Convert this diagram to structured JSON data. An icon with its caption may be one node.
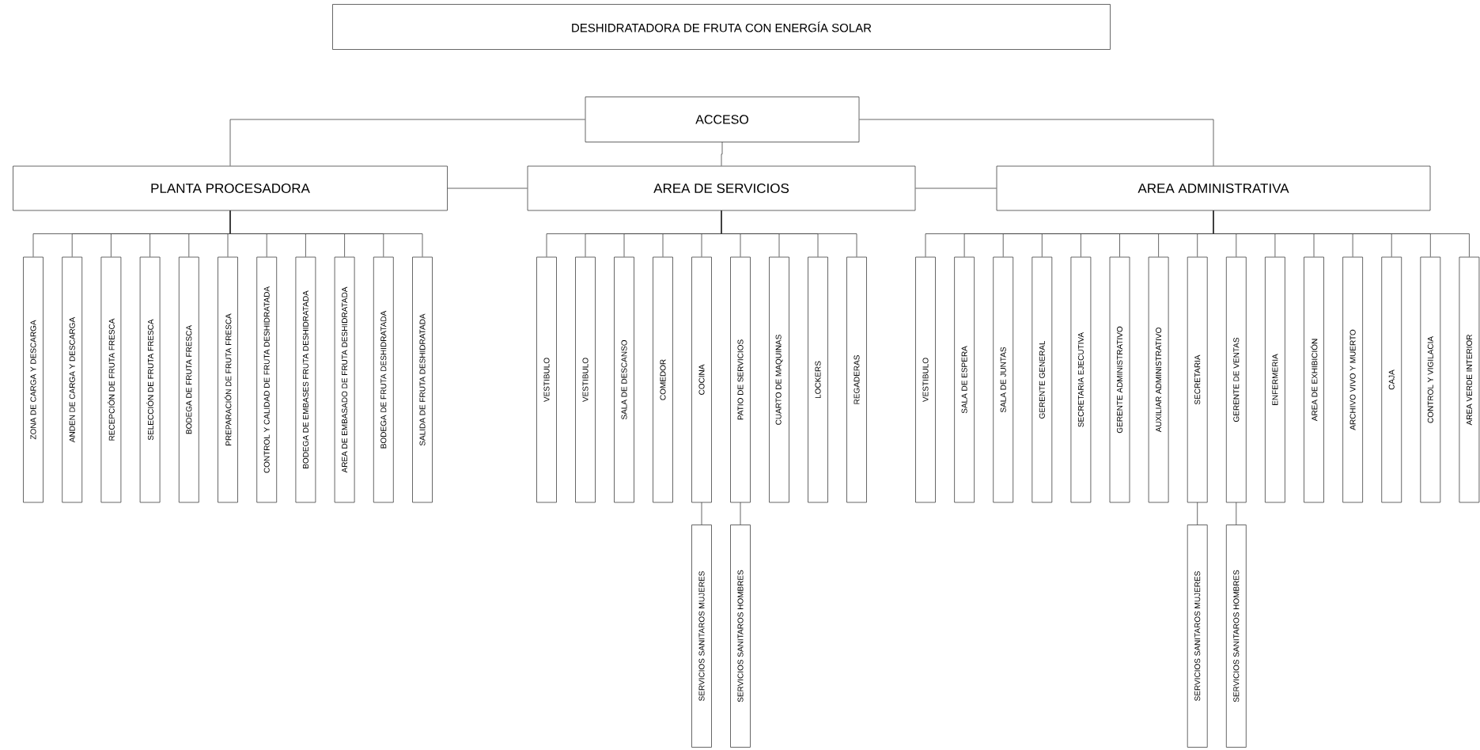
{
  "diagram": {
    "nodes": [
      {
        "text": [
          "DESHIDRATADORA DE FRUTA CON ENERGÍA SOLAR"
        ]
      },
      {
        "text": [
          "ACCESO"
        ]
      },
      {
        "text": [
          "PLANTA PROCESADORA"
        ]
      },
      {
        "text": [
          "AREA DE SERVICIOS"
        ]
      },
      {
        "text": [
          "AREA ADMINISTRATIVA"
        ]
      },
      {
        "text": [
          "ZONA DE CARGA Y DESCARGA"
        ]
      },
      {
        "text": [
          "ANDEN DE CARGA Y DESCARGA"
        ]
      },
      {
        "text": [
          "RECEPCIÓN DE FRUTA FRESCA"
        ]
      },
      {
        "text": [
          "SELECCIÓN DE FRUTA FRESCA"
        ]
      },
      {
        "text": [
          "BODEGA DE FRUTA FRESCA"
        ]
      },
      {
        "text": [
          "PREPARACIÓN DE FRUTA FRESCA"
        ]
      },
      {
        "text": [
          "CONTROL Y CALIDAD DE FRUTA DESHIDRATADA"
        ]
      },
      {
        "text": [
          "BODEGA DE EMBASES FRUTA DESHIDRATADA"
        ]
      },
      {
        "text": [
          "AREA DE EMBASADO DE FRUTA DESHIDRATADA"
        ]
      },
      {
        "text": [
          "BODEGA DE FRUTA DESHIDRATADA"
        ]
      },
      {
        "text": [
          "SALIDA DE FRUTA DESHIDRATADA"
        ]
      },
      {
        "text": [
          "VESTIBULO"
        ]
      },
      {
        "text": [
          "VESTIBULO"
        ]
      },
      {
        "text": [
          "SALA DE DESCANSO"
        ]
      },
      {
        "text": [
          "COMEDOR"
        ]
      },
      {
        "text": [
          "COCINA"
        ]
      },
      {
        "text": [
          "PATIO DE SERVICIOS"
        ]
      },
      {
        "text": [
          "CUARTO DE MAQUINAS"
        ]
      },
      {
        "text": [
          "LOCKERS"
        ]
      },
      {
        "text": [
          "REGADERAS"
        ]
      },
      {
        "text": [
          "VESTIBULO"
        ]
      },
      {
        "text": [
          "SALA DE ESPERA"
        ]
      },
      {
        "text": [
          "SALA DE JUNTAS"
        ]
      },
      {
        "text": [
          "GERENTE GENERAL"
        ]
      },
      {
        "text": [
          "SECRETARIA EJECUTIVA"
        ]
      },
      {
        "text": [
          "GERENTE ADMINISTRATIVO"
        ]
      },
      {
        "text": [
          "AUXILIAR ADMINISTRATIVO"
        ]
      },
      {
        "text": [
          "SECRETARIA"
        ]
      },
      {
        "text": [
          "GERENTE DE VENTAS"
        ]
      },
      {
        "text": [
          "ENFERMERIA"
        ]
      },
      {
        "text": [
          "AREA DE EXHIBICIÓN"
        ]
      },
      {
        "text": [
          "ARCHIVO VIVO Y MUERTO"
        ]
      },
      {
        "text": [
          "CAJA"
        ]
      },
      {
        "text": [
          "CONTROL Y VIGILACIA"
        ]
      },
      {
        "text": [
          "AREA VERDE INTERIOR"
        ]
      },
      {
        "text": [
          "SERVICIOS SANITAROS MUJERES"
        ]
      },
      {
        "text": [
          "SERVICIOS SANITAROS HOMBRES"
        ]
      },
      {
        "text": [
          "SERVICIOS SANITAROS MUJERES"
        ]
      },
      {
        "text": [
          "SERVICIOS SANITAROS HOMBRES"
        ]
      }
    ],
    "edges": [
      {
        "from": 1,
        "to": 2,
        "arrow": "none"
      },
      {
        "from": 1,
        "to": 3,
        "arrow": "none"
      },
      {
        "from": 1,
        "to": 4,
        "arrow": "none"
      },
      {
        "from": 2,
        "to": 3,
        "arrow": "none"
      },
      {
        "from": 3,
        "to": 4,
        "arrow": "none"
      },
      {
        "from": 2,
        "to": 5,
        "arrow": "none"
      },
      {
        "from": 2,
        "to": 6,
        "arrow": "none"
      },
      {
        "from": 2,
        "to": 7,
        "arrow": "none"
      },
      {
        "from": 2,
        "to": 8,
        "arrow": "none"
      },
      {
        "from": 2,
        "to": 9,
        "arrow": "none"
      },
      {
        "from": 2,
        "to": 10,
        "arrow": "none"
      },
      {
        "from": 2,
        "to": 11,
        "arrow": "none"
      },
      {
        "from": 2,
        "to": 12,
        "arrow": "none"
      },
      {
        "from": 2,
        "to": 13,
        "arrow": "none"
      },
      {
        "from": 2,
        "to": 14,
        "arrow": "none"
      },
      {
        "from": 2,
        "to": 15,
        "arrow": "none"
      },
      {
        "from": 3,
        "to": 16,
        "arrow": "none"
      },
      {
        "from": 3,
        "to": 17,
        "arrow": "none"
      },
      {
        "from": 3,
        "to": 18,
        "arrow": "none"
      },
      {
        "from": 3,
        "to": 19,
        "arrow": "none"
      },
      {
        "from": 3,
        "to": 20,
        "arrow": "none"
      },
      {
        "from": 3,
        "to": 21,
        "arrow": "none"
      },
      {
        "from": 3,
        "to": 22,
        "arrow": "none"
      },
      {
        "from": 3,
        "to": 23,
        "arrow": "none"
      },
      {
        "from": 3,
        "to": 24,
        "arrow": "none"
      },
      {
        "from": 4,
        "to": 25,
        "arrow": "none"
      },
      {
        "from": 4,
        "to": 26,
        "arrow": "none"
      },
      {
        "from": 4,
        "to": 27,
        "arrow": "none"
      },
      {
        "from": 4,
        "to": 28,
        "arrow": "none"
      },
      {
        "from": 4,
        "to": 29,
        "arrow": "none"
      },
      {
        "from": 4,
        "to": 30,
        "arrow": "none"
      },
      {
        "from": 4,
        "to": 31,
        "arrow": "none"
      },
      {
        "from": 4,
        "to": 32,
        "arrow": "none"
      },
      {
        "from": 4,
        "to": 33,
        "arrow": "none"
      },
      {
        "from": 4,
        "to": 34,
        "arrow": "none"
      },
      {
        "from": 4,
        "to": 35,
        "arrow": "none"
      },
      {
        "from": 4,
        "to": 36,
        "arrow": "none"
      },
      {
        "from": 4,
        "to": 37,
        "arrow": "none"
      },
      {
        "from": 4,
        "to": 38,
        "arrow": "none"
      },
      {
        "from": 4,
        "to": 39,
        "arrow": "none"
      },
      {
        "from": 20,
        "to": 40,
        "arrow": "none"
      },
      {
        "from": 21,
        "to": 41,
        "arrow": "none"
      },
      {
        "from": 32,
        "to": 42,
        "arrow": "none"
      },
      {
        "from": 33,
        "to": 43,
        "arrow": "none"
      }
    ]
  }
}
